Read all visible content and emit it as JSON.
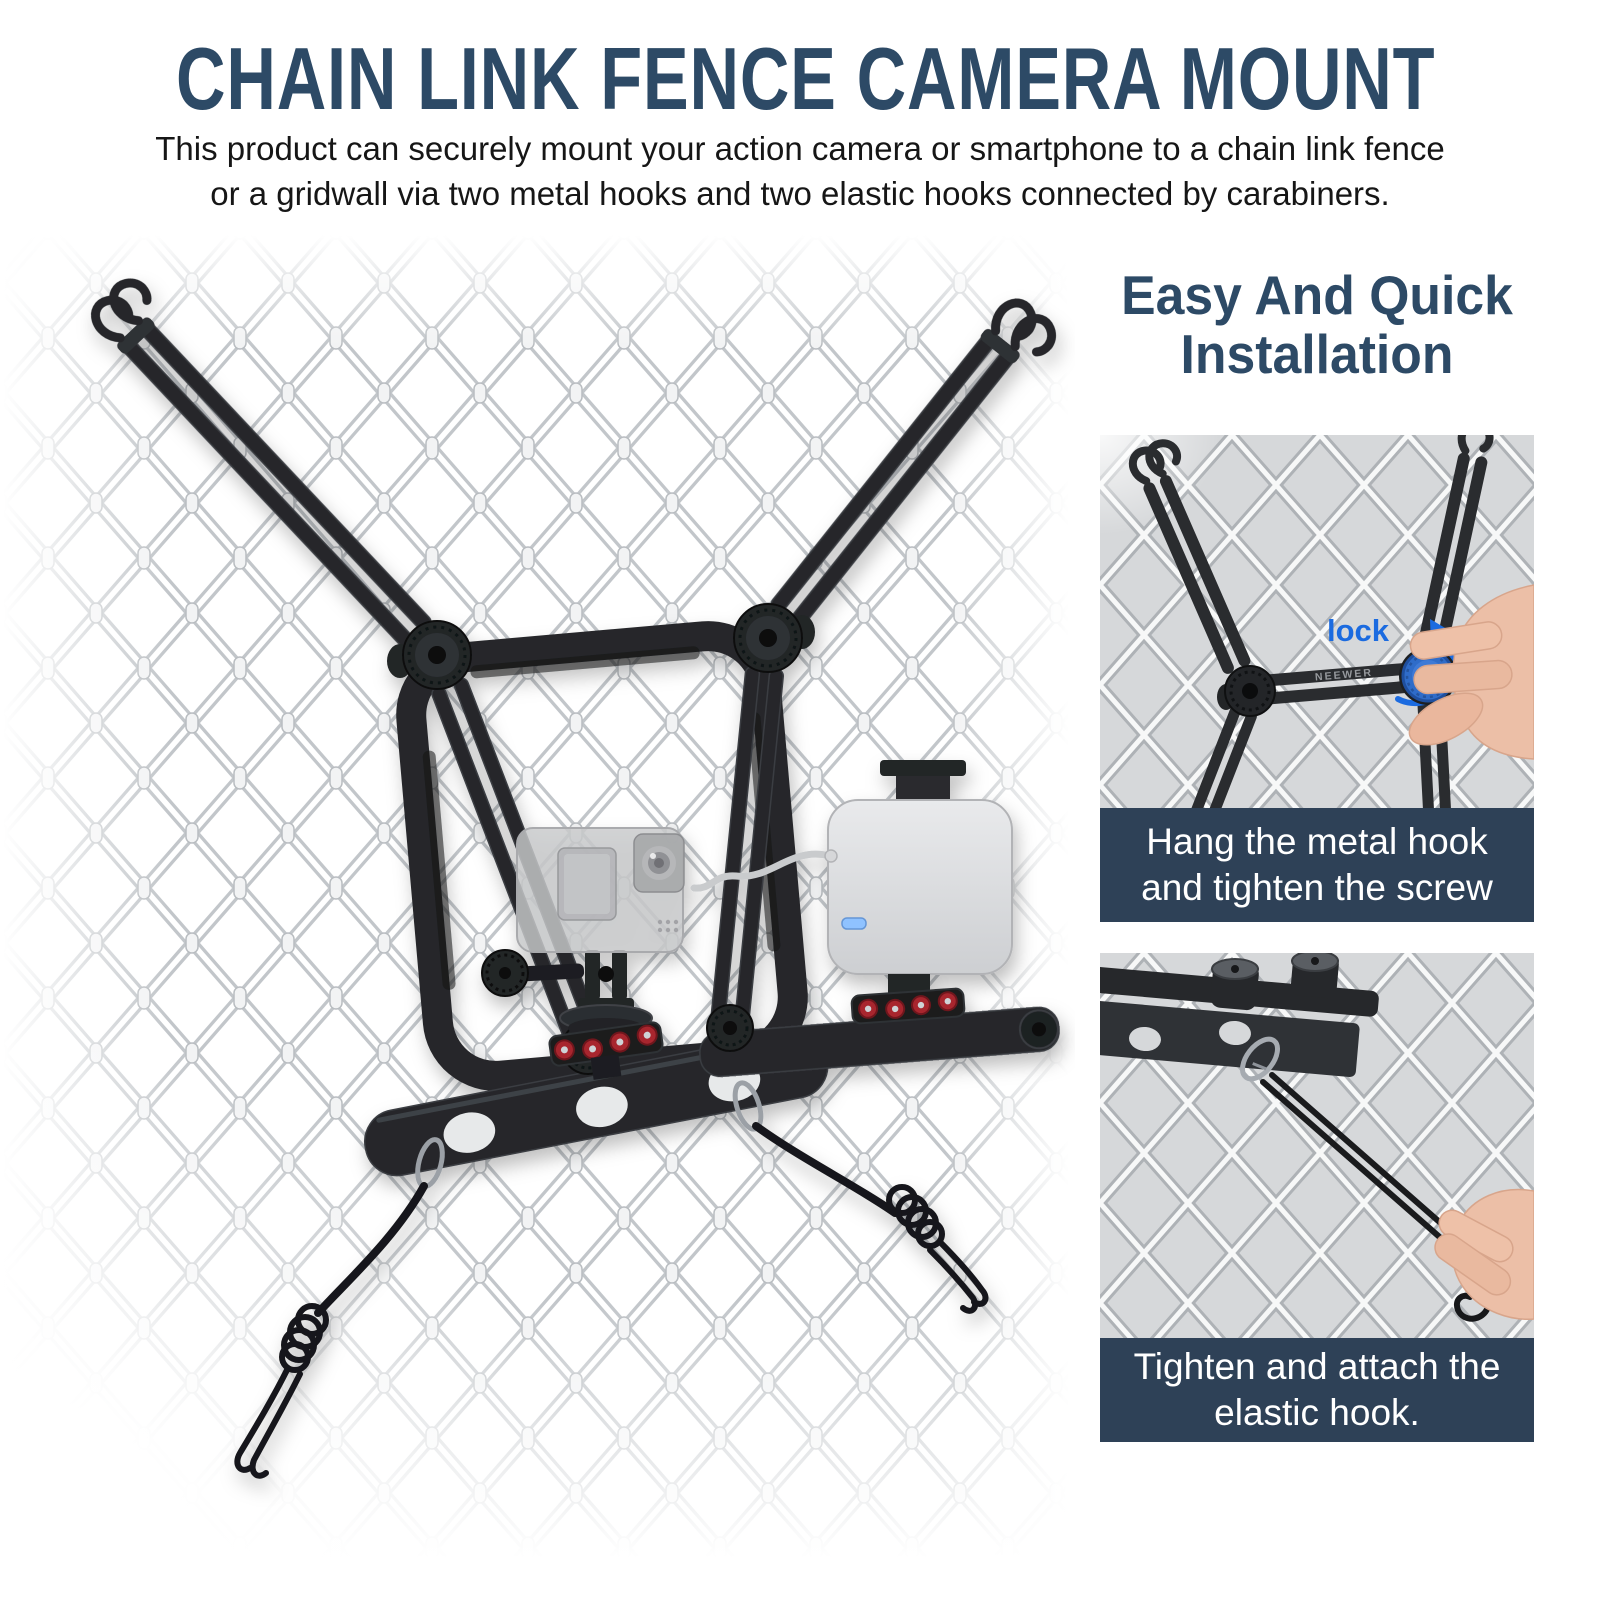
{
  "header": {
    "title": "CHAIN LINK FENCE CAMERA MOUNT",
    "subtitle_line1": "This product can securely mount your action camera or smartphone to a chain link fence",
    "subtitle_line2": "or a gridwall via two metal hooks and two elastic hooks connected by carabiners."
  },
  "sidebar": {
    "heading_line1": "Easy And Quick",
    "heading_line2": "Installation",
    "steps": [
      {
        "annotation": "lock",
        "brand": "NEEWER",
        "caption_line1": "Hang the metal hook",
        "caption_line2": "and tighten the screw"
      },
      {
        "caption_line1": "Tighten and attach the",
        "caption_line2": "elastic hook."
      }
    ]
  },
  "colors": {
    "title_navy": "#2d4a66",
    "caption_navy": "#2e4157",
    "accent_blue": "#1b6be0",
    "knob_blue": "#2f6cc9",
    "fence_inset_bg": "#d6d8da",
    "product_dark": "#26282b",
    "hand_skin": "#ecbfa7"
  }
}
